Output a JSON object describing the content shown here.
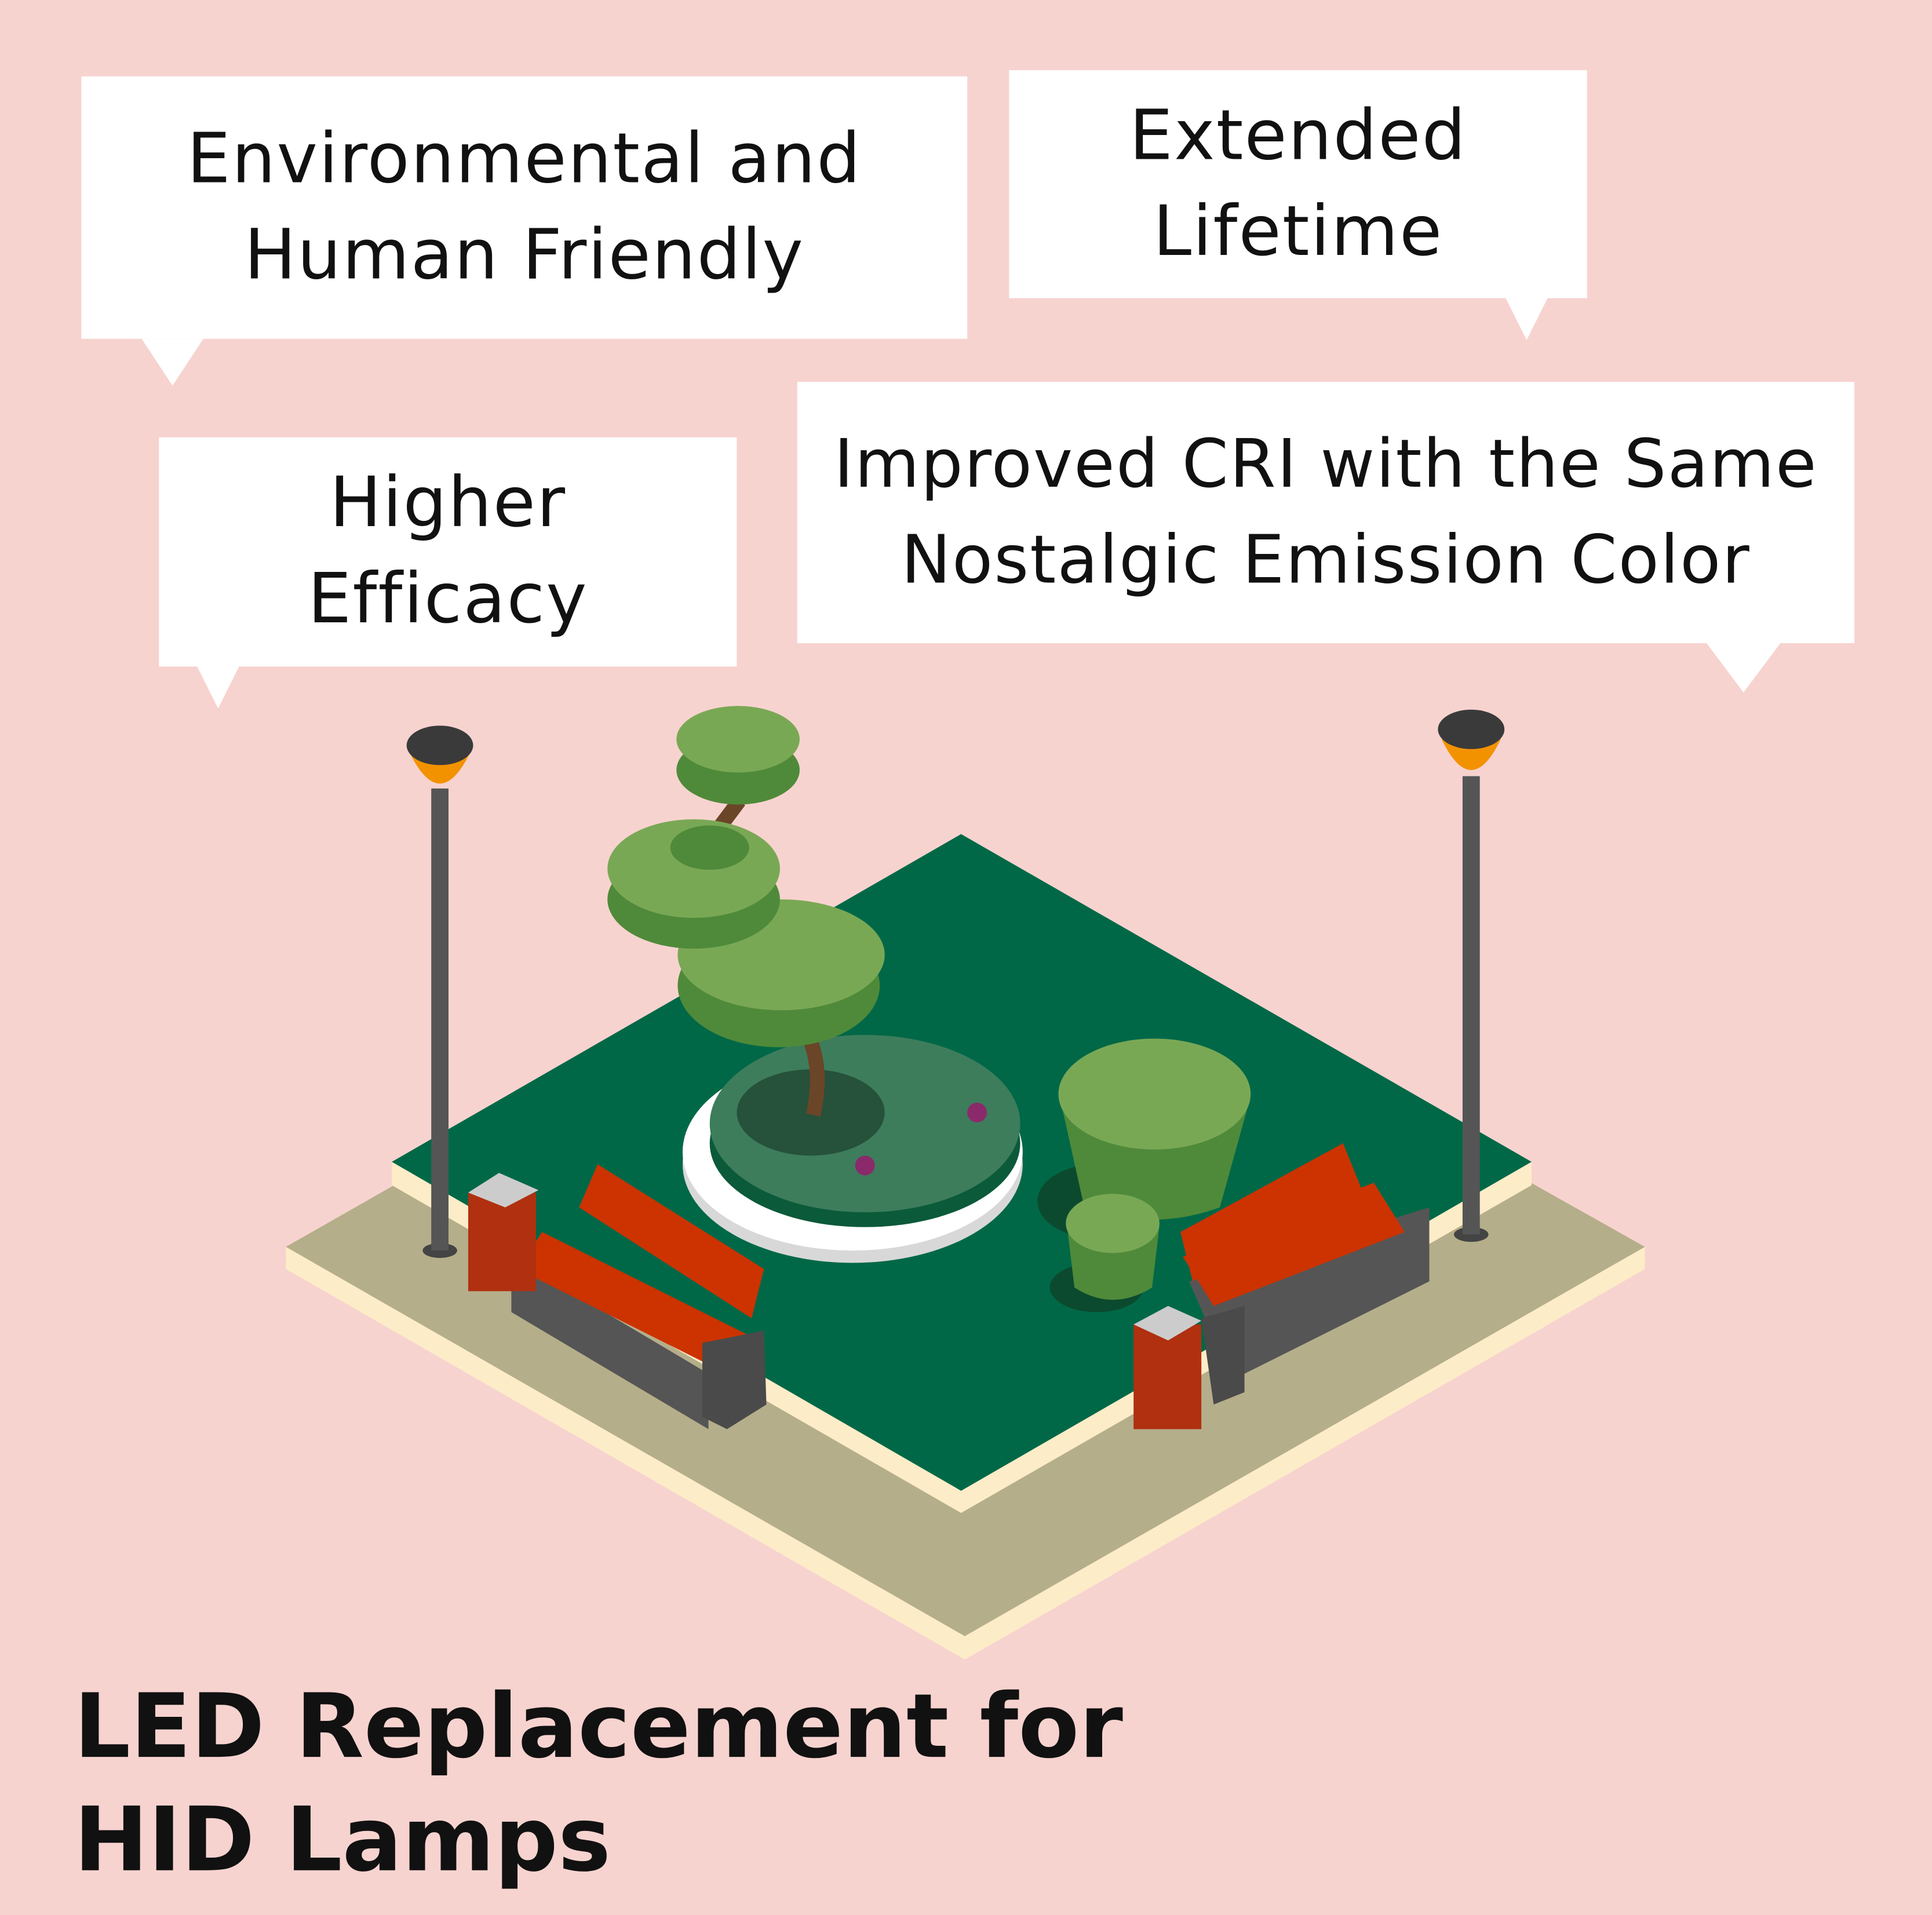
{
  "callouts": [
    {
      "line1": "Environmental and",
      "line2": "Human Friendly"
    },
    {
      "line1": "Extended",
      "line2": "Lifetime"
    },
    {
      "line1": "Higher",
      "line2": "Efficacy"
    },
    {
      "line1": "Improved CRI with the Same",
      "line2": "Nostalgic Emission Color"
    }
  ],
  "title": {
    "line1": "LED Replacement for",
    "line2": "HID Lamps"
  },
  "colors": {
    "background": "#f7d3cf",
    "lawn": "#006847",
    "path": "#b5ae8a",
    "lamp_glow": "#f39200",
    "bench": "#cc3300",
    "tree": "#79a855"
  }
}
